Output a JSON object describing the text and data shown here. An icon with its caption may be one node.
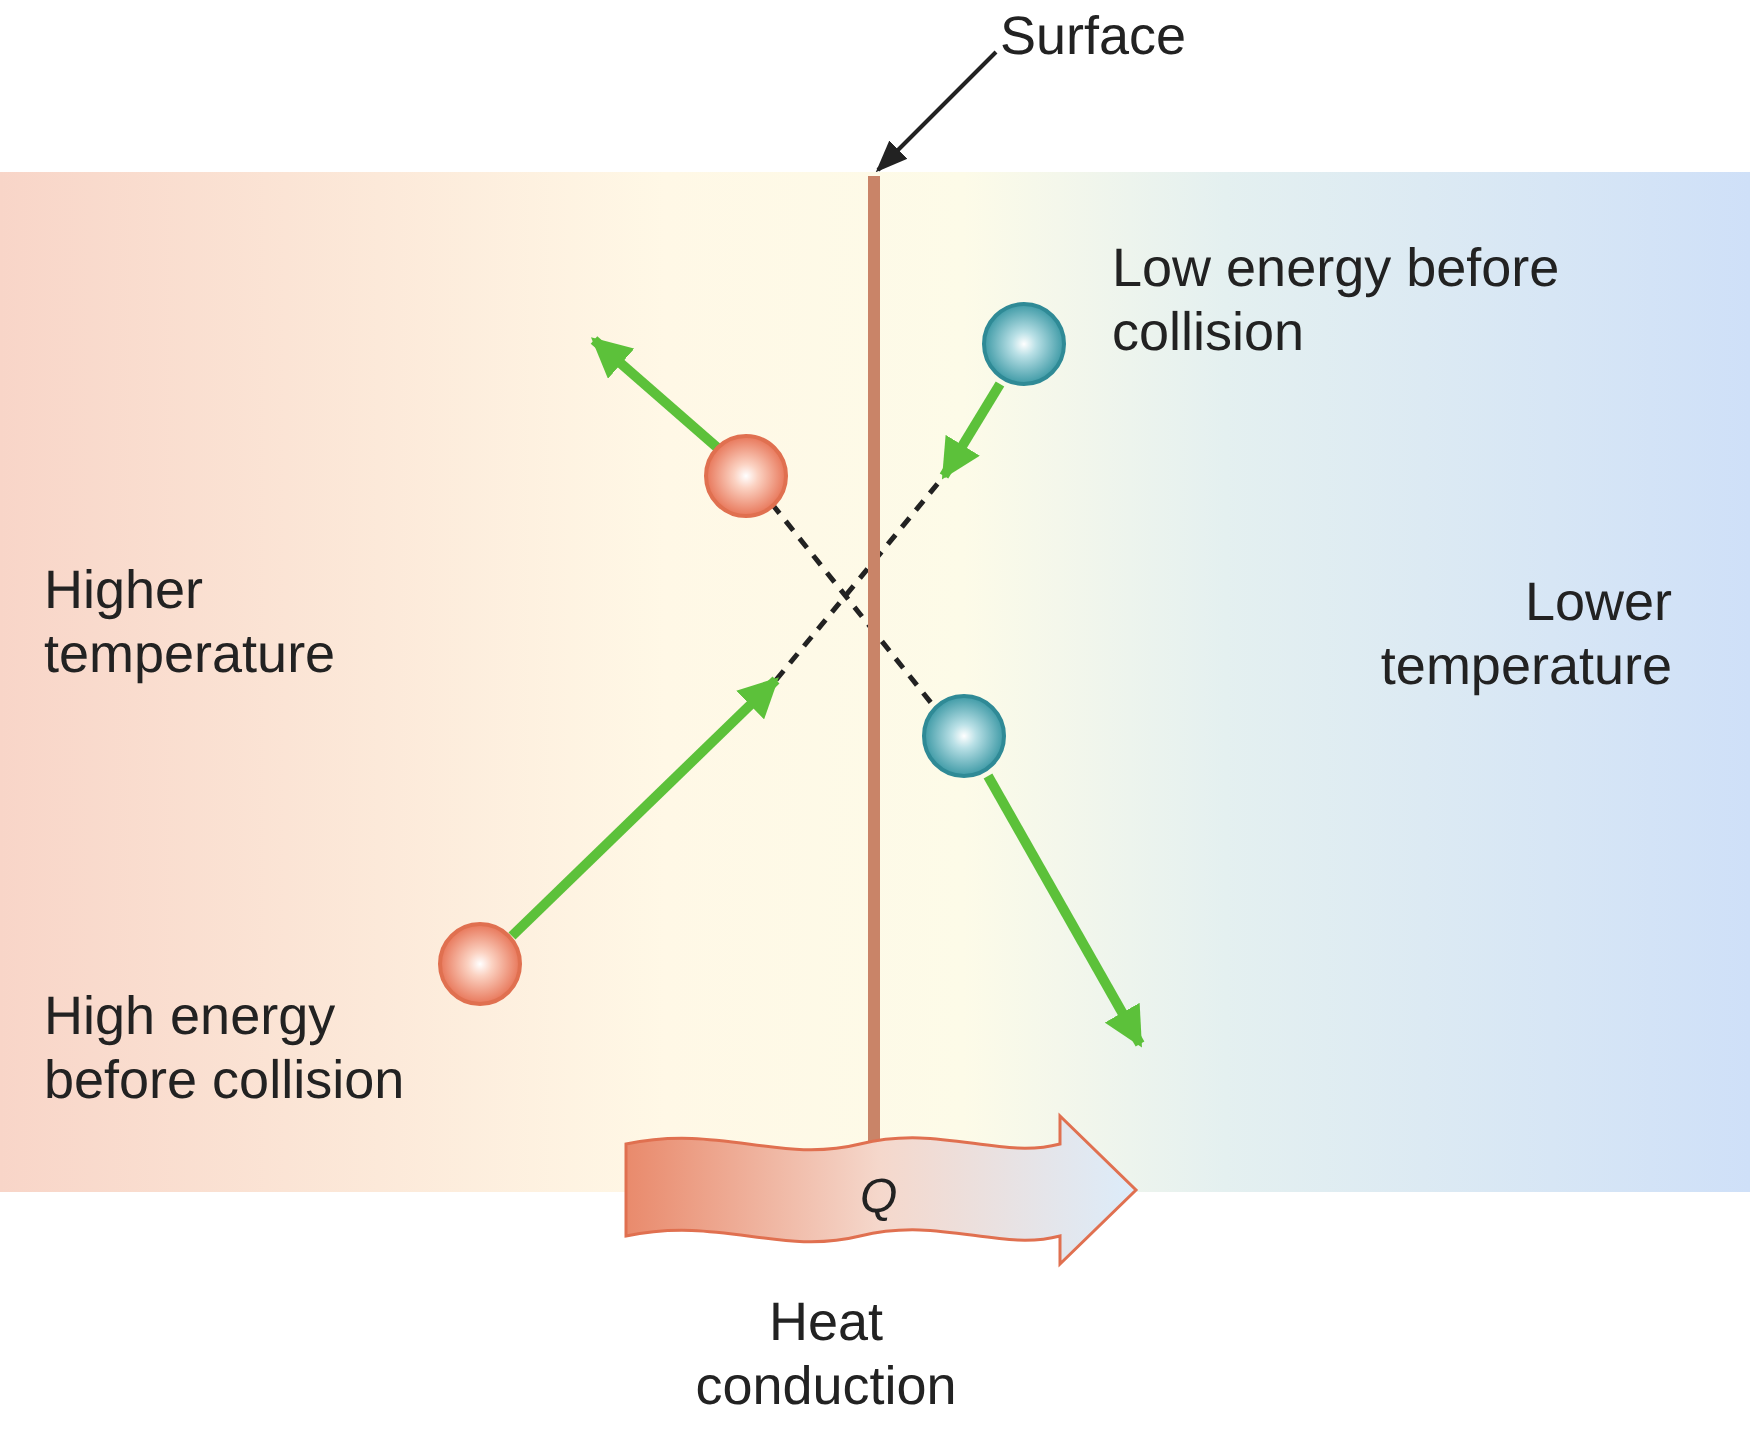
{
  "diagram": {
    "nodes": [
      {
        "text": [
          "Surface"
        ]
      },
      {
        "text": [],
        "shape": "bar"
      }
    ],
    "edges": [
      {
        "from": 0,
        "to": 1,
        "arrow": "to"
      }
    ],
    "labels": [
      "Low energy before collision",
      "Higher temperature",
      "Lower temperature",
      "High energy before collision",
      "Q",
      "Heat conduction"
    ]
  }
}
